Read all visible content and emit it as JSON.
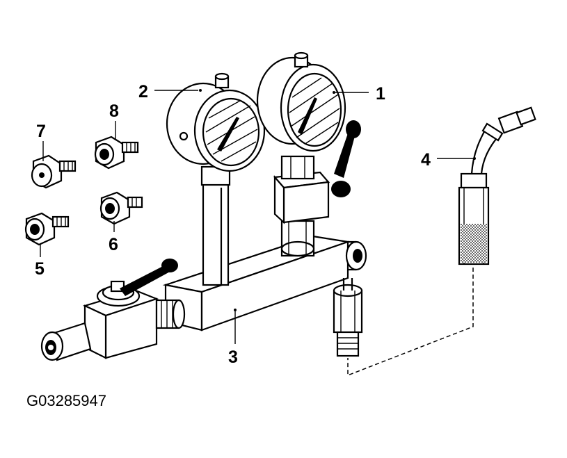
{
  "diagram": {
    "reference_code": "G03285947",
    "callouts": [
      {
        "id": "1",
        "label": "1"
      },
      {
        "id": "2",
        "label": "2"
      },
      {
        "id": "3",
        "label": "3"
      },
      {
        "id": "4",
        "label": "4"
      },
      {
        "id": "5",
        "label": "5"
      },
      {
        "id": "6",
        "label": "6"
      },
      {
        "id": "7",
        "label": "7"
      },
      {
        "id": "8",
        "label": "8"
      }
    ]
  }
}
